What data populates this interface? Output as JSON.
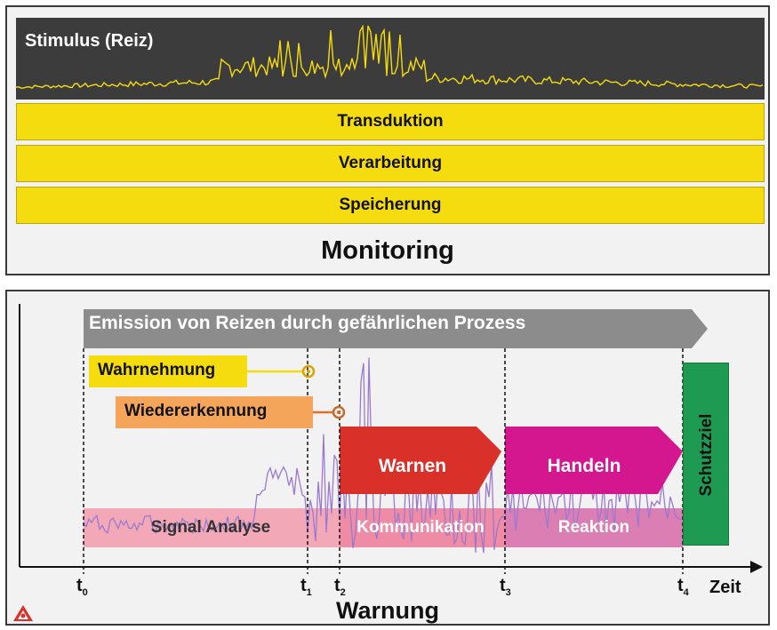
{
  "monitoring": {
    "stimulus_label": "Stimulus (Reiz)",
    "layers": [
      "Transduktion",
      "Verarbeitung",
      "Speicherung"
    ],
    "title": "Monitoring",
    "colors": {
      "stimulus_bg": "#3c3c3c",
      "signal": "#f4dc0e",
      "layer": "#f4dc0e"
    }
  },
  "warnung": {
    "emission_label": "Emission von Reizen durch gefährlichen Prozess",
    "wahrnehmung": "Wahrnehmung",
    "wiedererkennung": "Wiedererkennung",
    "arrows": {
      "warnen": "Warnen",
      "handeln": "Handeln"
    },
    "bands": {
      "signal": "Signal Analyse",
      "kommunikation": "Kommunikation",
      "reaktion": "Reaktion"
    },
    "schutzziel": "Schutzziel",
    "ticks": [
      {
        "base": "t",
        "sub": "0"
      },
      {
        "base": "t",
        "sub": "1"
      },
      {
        "base": "t",
        "sub": "2"
      },
      {
        "base": "t",
        "sub": "3"
      },
      {
        "base": "t",
        "sub": "4"
      }
    ],
    "axis_label": "Zeit",
    "title": "Warnung",
    "colors": {
      "emission": "#8c8c8c",
      "wahrnehmung": "#f4dc0e",
      "wiedererkennung": "#f5a55a",
      "warnen": "#d9302a",
      "handeln": "#d5178f",
      "signal_band": "#f2a0b0",
      "kommunikation_band": "#ef7f9c",
      "reaktion_band": "#d877b0",
      "schutzziel": "#1f9a52",
      "signal_line": "#9a7ad0"
    }
  }
}
